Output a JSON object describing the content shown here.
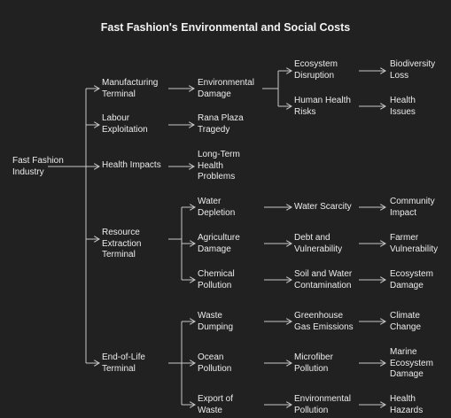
{
  "title": "Fast Fashion's Environmental and Social Costs",
  "colors": {
    "background": "#212121",
    "text": "#ececec",
    "lines": "#c8c8c8"
  },
  "nodes": {
    "root": [
      "Fast Fashion",
      "Industry"
    ],
    "manufacturing": [
      "Manufacturing",
      "Terminal"
    ],
    "labour": [
      "Labour",
      "Exploitation"
    ],
    "health_impacts": [
      "Health Impacts"
    ],
    "resource": [
      "Resource",
      "Extraction",
      "Terminal"
    ],
    "end_of_life": [
      "End-of-Life",
      "Terminal"
    ],
    "env_damage": [
      "Environmental",
      "Damage"
    ],
    "rana_plaza": [
      "Rana Plaza",
      "Tragedy"
    ],
    "long_term": [
      "Long-Term",
      "Health",
      "Problems"
    ],
    "water_depletion": [
      "Water",
      "Depletion"
    ],
    "agri_damage": [
      "Agriculture",
      "Damage"
    ],
    "chemical": [
      "Chemical",
      "Pollution"
    ],
    "waste_dumping": [
      "Waste",
      "Dumping"
    ],
    "ocean": [
      "Ocean",
      "Pollution"
    ],
    "export_waste": [
      "Export of",
      "Waste"
    ],
    "eco_disruption": [
      "Ecosystem",
      "Disruption"
    ],
    "human_health": [
      "Human Health",
      "Risks"
    ],
    "water_scarcity": [
      "Water Scarcity"
    ],
    "debt": [
      "Debt and",
      "Vulnerability"
    ],
    "soil_water": [
      "Soil and Water",
      "Contamination"
    ],
    "ghg": [
      "Greenhouse",
      "Gas Emissions"
    ],
    "microfiber": [
      "Microfiber",
      "Pollution"
    ],
    "env_pollution": [
      "Environmental",
      "Pollution"
    ],
    "biodiversity": [
      "Biodiversity",
      "Loss"
    ],
    "health_issues": [
      "Health",
      "Issues"
    ],
    "community": [
      "Community",
      "Impact"
    ],
    "farmer": [
      "Farmer",
      "Vulnerability"
    ],
    "eco_damage": [
      "Ecosystem",
      "Damage"
    ],
    "climate": [
      "Climate",
      "Change"
    ],
    "marine": [
      "Marine",
      "Ecosystem",
      "Damage"
    ],
    "health_hazards": [
      "Health",
      "Hazards"
    ]
  }
}
